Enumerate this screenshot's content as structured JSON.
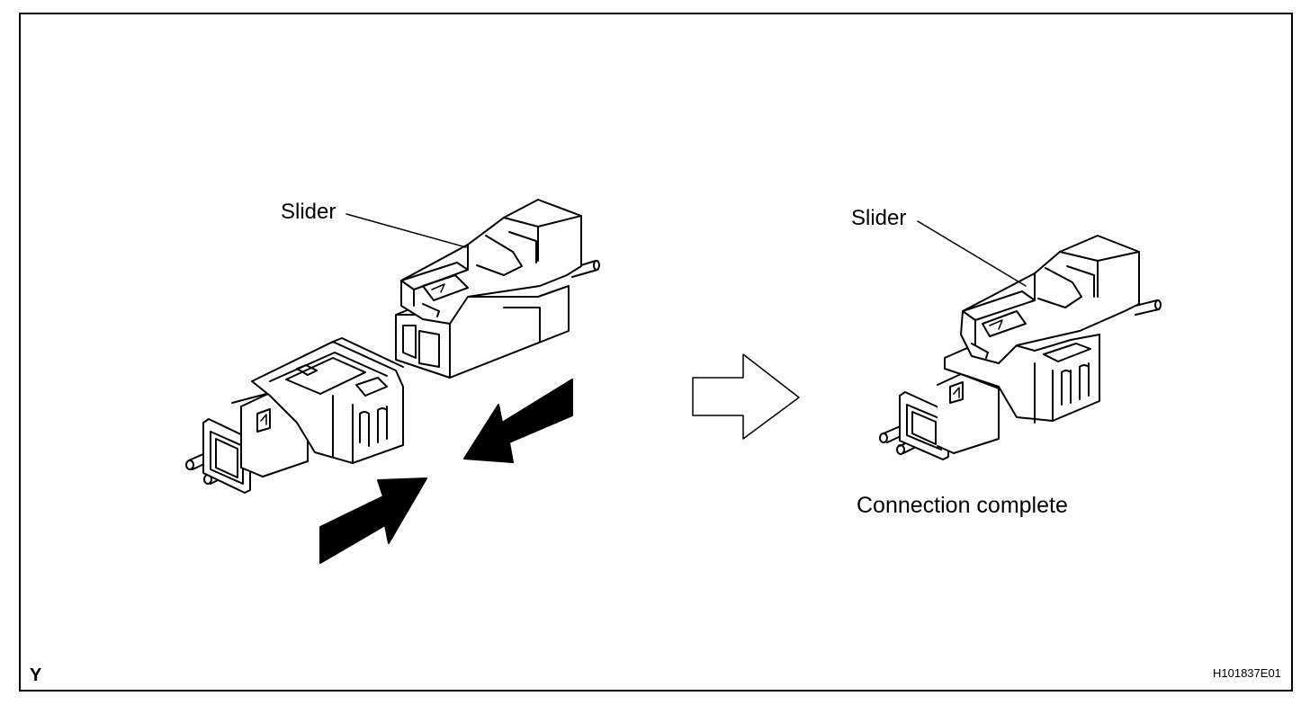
{
  "labels": {
    "slider_left": "Slider",
    "slider_right": "Slider",
    "connection_complete": "Connection complete",
    "corner_letter": "Y",
    "figure_code": "H101837E01"
  },
  "icons": [
    "left-connector-assembly",
    "right-connector-assembly",
    "push-arrow-icon",
    "push-arrow-icon",
    "transition-arrow-icon",
    "connected-assembly"
  ],
  "colors": {
    "ink": "#000000",
    "paper": "#ffffff",
    "arrow_fill": "#000000"
  }
}
